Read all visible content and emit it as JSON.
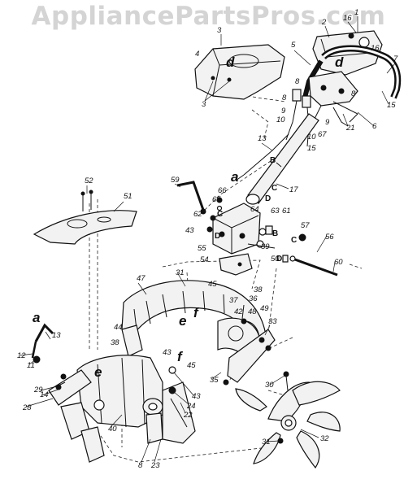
{
  "watermark": "AppliancePartsPros.com",
  "callouts": {
    "c1": "1",
    "c2": "2",
    "c3a": "3",
    "c3b": "3",
    "c4": "4",
    "c5": "5",
    "c6": "6",
    "c7": "7",
    "c8a": "8",
    "c8b": "8",
    "c8c": "8",
    "c8d": "8",
    "c9a": "9",
    "c9b": "9",
    "c10a": "10",
    "c10b": "10",
    "c11": "11",
    "c12": "12",
    "c13a": "13",
    "c13b": "13",
    "c14": "14",
    "c15a": "15",
    "c15b": "15",
    "c16a": "16",
    "c16b": "16",
    "c17": "17",
    "c21": "21",
    "c22": "22",
    "c23": "23",
    "c24": "24",
    "c28": "28",
    "c29": "29",
    "c30": "30",
    "c31a": "31",
    "c31b": "31",
    "c32": "32",
    "c33": "33",
    "c35": "35",
    "c36": "36",
    "c37": "37",
    "c38a": "38",
    "c38b": "38",
    "c39": "39",
    "c40": "40",
    "c42": "42",
    "c43a": "43",
    "c43b": "43",
    "c43c": "43",
    "c44": "44",
    "c45a": "45",
    "c45b": "45",
    "c47": "47",
    "c48": "48",
    "c49": "49",
    "c50": "50",
    "c51": "51",
    "c52": "52",
    "c54": "54",
    "c55": "55",
    "c56": "56",
    "c57": "57",
    "c59": "59",
    "c60": "60",
    "c61": "61",
    "c62": "62",
    "c63": "63",
    "c64": "64",
    "c65": "65",
    "c66": "66",
    "c67": "67"
  },
  "ref_letters": {
    "a1": "a",
    "a2": "a",
    "d1": "d",
    "d2": "d",
    "e1": "e",
    "e2": "e",
    "f1": "f",
    "f2": "f",
    "B1": "B",
    "B2": "B",
    "C1": "C",
    "C2": "C",
    "C3": "C",
    "D1": "D",
    "D2": "D",
    "D3": "D"
  }
}
